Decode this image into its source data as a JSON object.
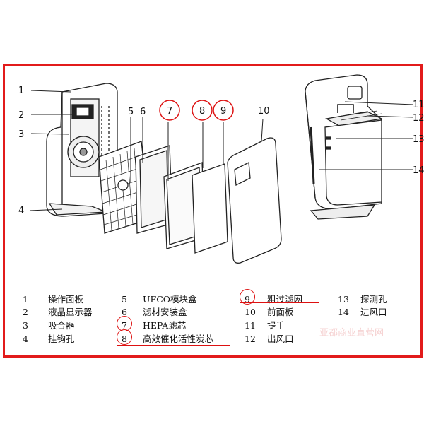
{
  "callouts": [
    "1",
    "2",
    "3",
    "4",
    "5",
    "6",
    "7",
    "8",
    "9",
    "10",
    "11",
    "12",
    "13",
    "14"
  ],
  "legend": [
    {
      "num": "1",
      "label": "操作面板"
    },
    {
      "num": "2",
      "label": "液晶显示器"
    },
    {
      "num": "3",
      "label": "吸合器"
    },
    {
      "num": "4",
      "label": "挂钩孔"
    },
    {
      "num": "5",
      "label": "UFCO模块盒"
    },
    {
      "num": "6",
      "label": "滤材安装盒"
    },
    {
      "num": "7",
      "label": "HEPA滤芯"
    },
    {
      "num": "8",
      "label": "高效催化活性炭芯"
    },
    {
      "num": "9",
      "label": "粗过滤网"
    },
    {
      "num": "10",
      "label": "前面板"
    },
    {
      "num": "11",
      "label": "提手"
    },
    {
      "num": "12",
      "label": "出风口"
    },
    {
      "num": "13",
      "label": "探测孔"
    },
    {
      "num": "14",
      "label": "进风口"
    }
  ],
  "watermark": "亚都商业直营网",
  "colors": {
    "frame": "#e21b1b",
    "annotation": "#d11111",
    "line": "#222222"
  }
}
